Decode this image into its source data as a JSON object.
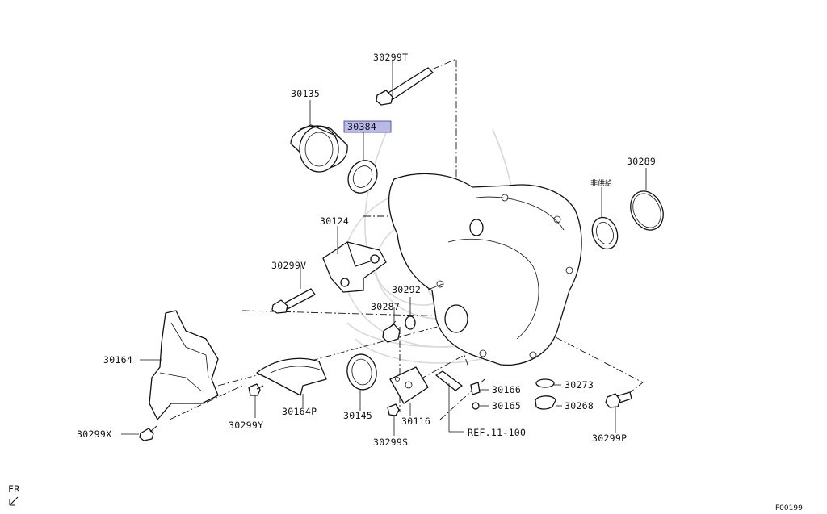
{
  "parts": [
    {
      "id": "p30299T",
      "label": "30299T"
    },
    {
      "id": "p30135",
      "label": "30135"
    },
    {
      "id": "p30384",
      "label": "30384",
      "highlighted": true
    },
    {
      "id": "p30289",
      "label": "30289"
    },
    {
      "id": "pnonsupply",
      "label": "非供給"
    },
    {
      "id": "p30124",
      "label": "30124"
    },
    {
      "id": "p30299V",
      "label": "30299V"
    },
    {
      "id": "p30292",
      "label": "30292"
    },
    {
      "id": "p30287",
      "label": "30287"
    },
    {
      "id": "p30164",
      "label": "30164"
    },
    {
      "id": "p30166",
      "label": "30166"
    },
    {
      "id": "p30273",
      "label": "30273"
    },
    {
      "id": "p30165",
      "label": "30165"
    },
    {
      "id": "p30268",
      "label": "30268"
    },
    {
      "id": "p30299Y",
      "label": "30299Y"
    },
    {
      "id": "p30164P",
      "label": "30164P"
    },
    {
      "id": "p30145",
      "label": "30145"
    },
    {
      "id": "p30116",
      "label": "30116"
    },
    {
      "id": "p30299X",
      "label": "30299X"
    },
    {
      "id": "p30299S",
      "label": "30299S"
    },
    {
      "id": "p30299P",
      "label": "30299P"
    },
    {
      "id": "pref",
      "label": "REF.11-100"
    }
  ],
  "direction_label": "FR",
  "figure_code": "F00199",
  "colors": {
    "highlight": "#b9b9e8",
    "line": "#111111",
    "watermark": "#d9d9d9"
  }
}
